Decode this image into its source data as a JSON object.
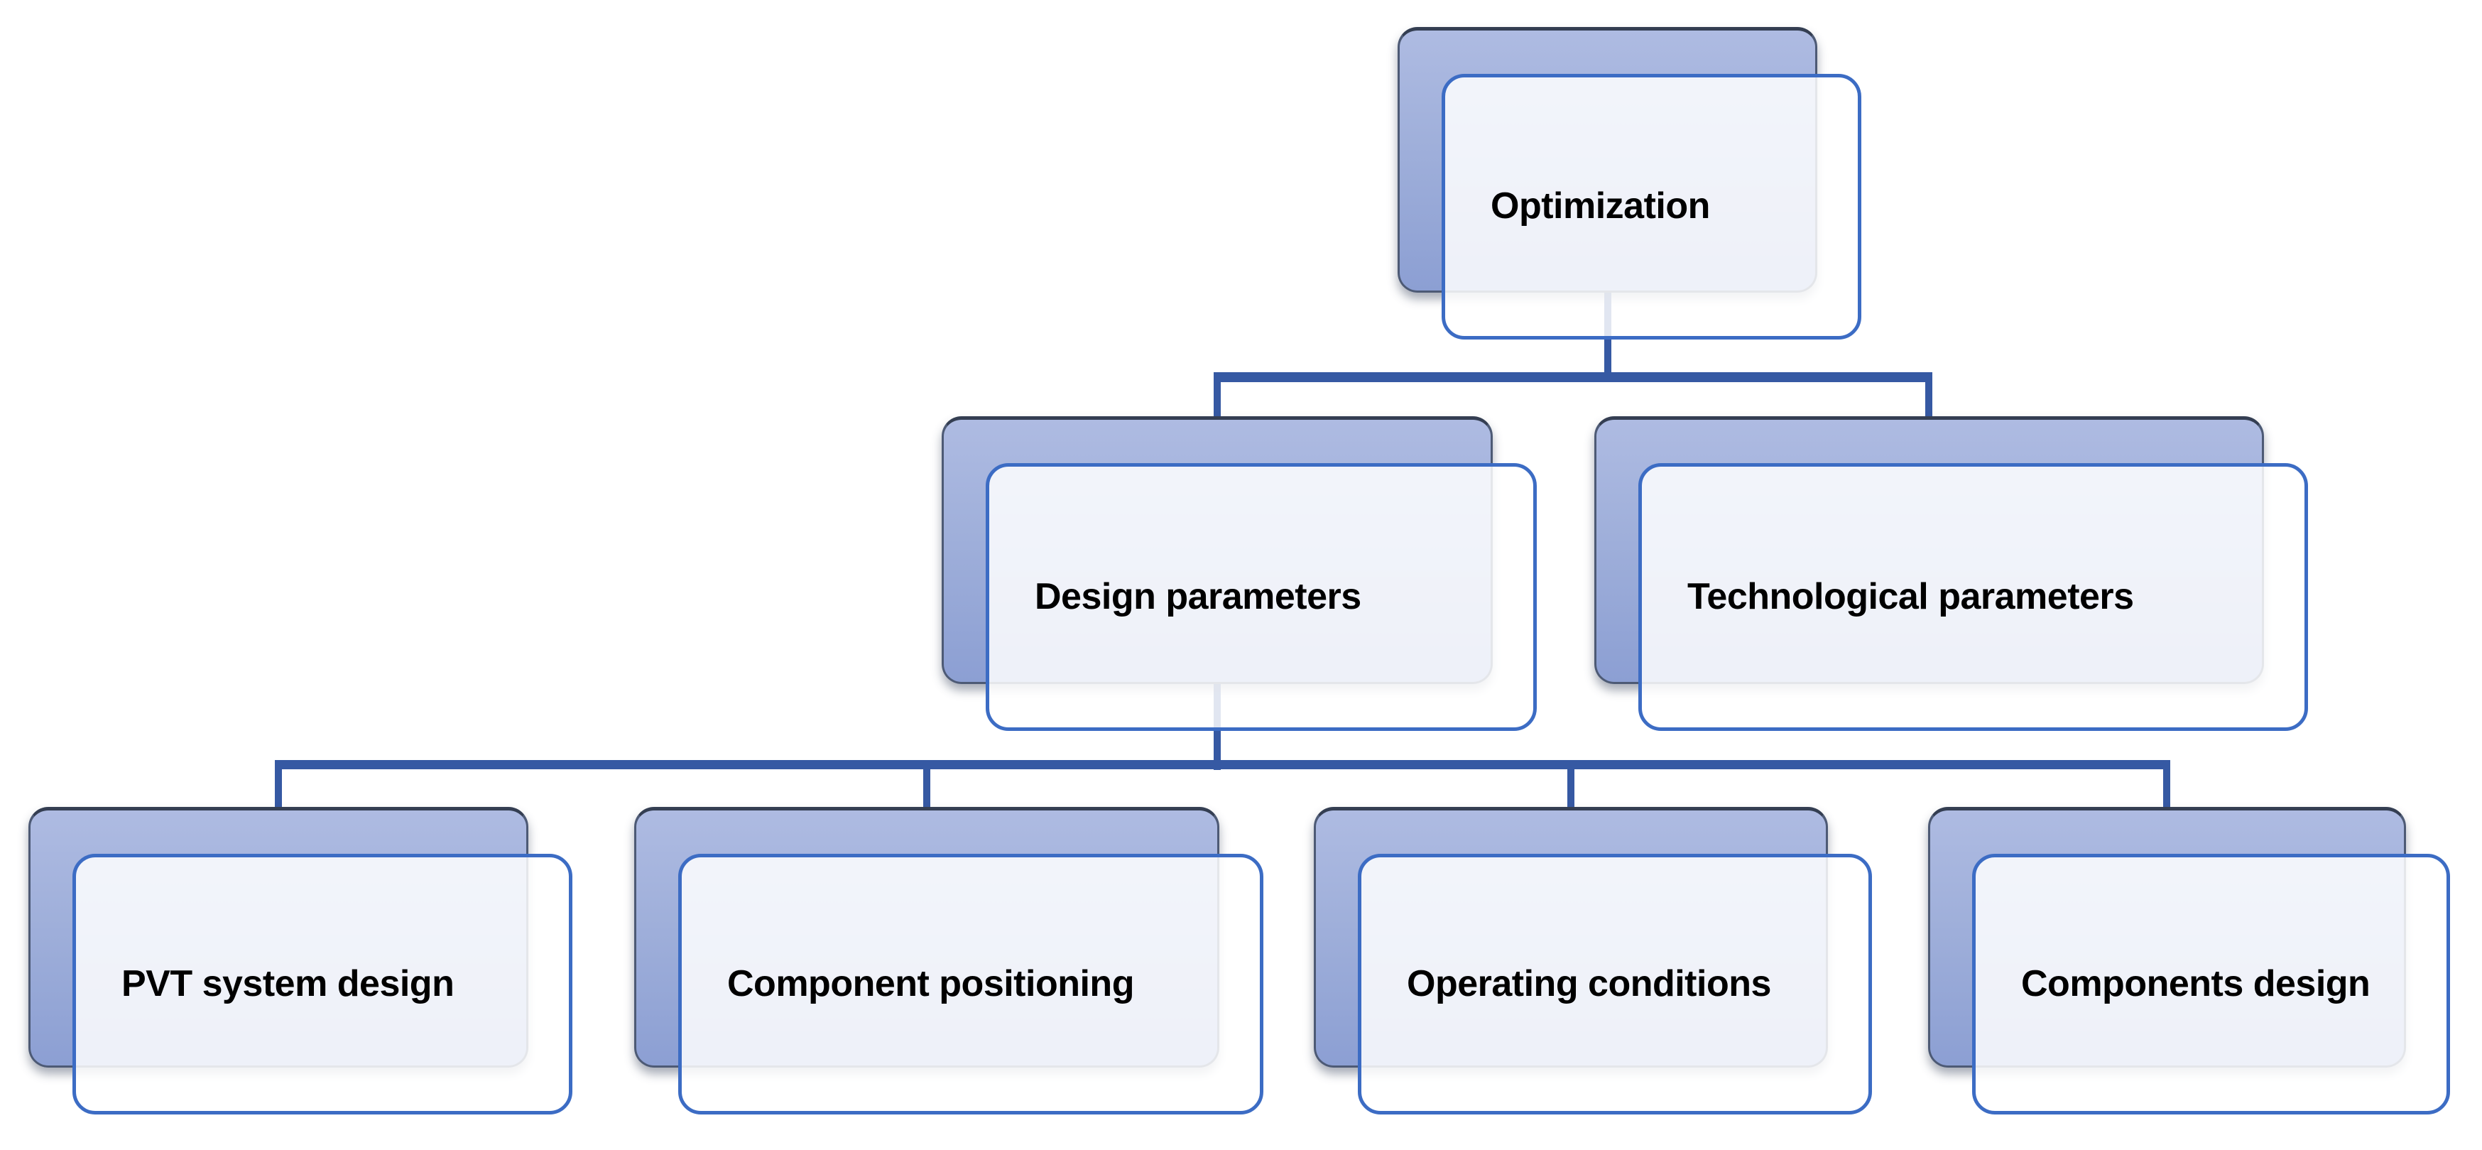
{
  "diagram": {
    "type": "hierarchy",
    "style": "smartart-layered-boxes",
    "colors": {
      "connector": "#3659a3",
      "card_border": "#3c6cc4",
      "back_panel_top": "#aebbe2",
      "back_panel_bottom": "#8c9fd3",
      "text": "#000000",
      "background": "#ffffff"
    },
    "nodes": [
      {
        "id": "optimization",
        "label": "Optimization",
        "level": 0,
        "parent": null
      },
      {
        "id": "design-parameters",
        "label": "Design parameters",
        "level": 1,
        "parent": "optimization"
      },
      {
        "id": "technological-parameters",
        "label": "Technological parameters",
        "level": 1,
        "parent": "optimization"
      },
      {
        "id": "pvt-system-design",
        "label": "PVT system design",
        "level": 2,
        "parent": "design-parameters"
      },
      {
        "id": "component-positioning",
        "label": "Component positioning",
        "level": 2,
        "parent": "design-parameters"
      },
      {
        "id": "operating-conditions",
        "label": "Operating conditions",
        "level": 2,
        "parent": "design-parameters"
      },
      {
        "id": "components-design",
        "label": "Components design",
        "level": 2,
        "parent": "design-parameters"
      }
    ]
  }
}
